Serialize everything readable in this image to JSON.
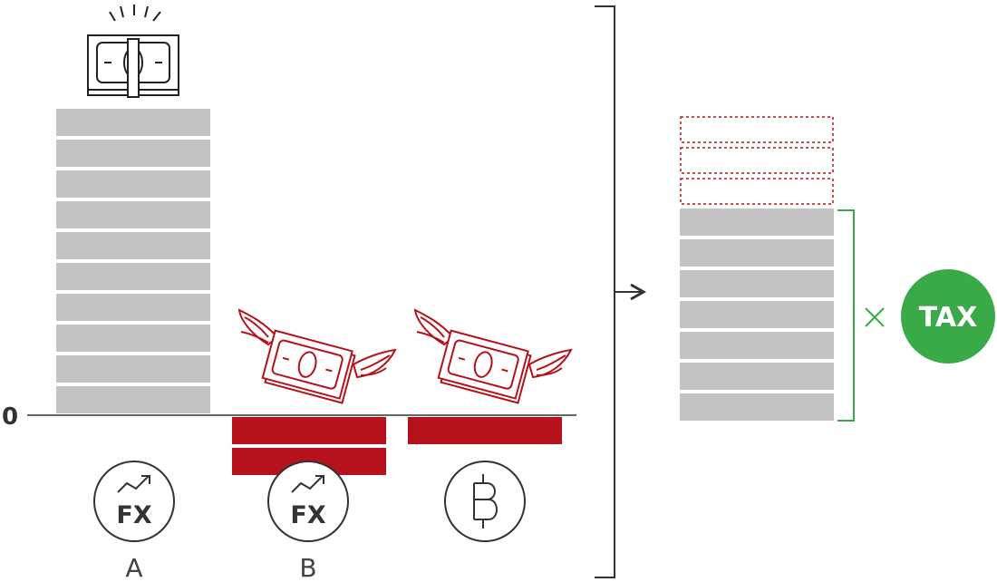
{
  "baseline_label": "0",
  "accounts": [
    {
      "label": "A",
      "icon": "fx-trend-icon",
      "icon_text": "FX"
    },
    {
      "label": "B",
      "icon": "fx-trend-icon",
      "icon_text": "FX"
    },
    {
      "label": "",
      "icon": "bitcoin-icon",
      "icon_text": ""
    }
  ],
  "multiply_symbol": "×",
  "tax_badge": "TAX",
  "colors": {
    "gain_block": "#c4c4c4",
    "loss_block": "#b5121b",
    "tax_badge": "#3aaa48",
    "bracket": "#3aaa48",
    "lines": "#333333"
  },
  "chart_data": {
    "type": "bar",
    "categories": [
      "A",
      "B",
      ""
    ],
    "series": [
      {
        "values": [
          10,
          -2,
          -1
        ]
      }
    ],
    "net": {
      "gross": 10,
      "offset": 3,
      "taxable": 7
    }
  }
}
